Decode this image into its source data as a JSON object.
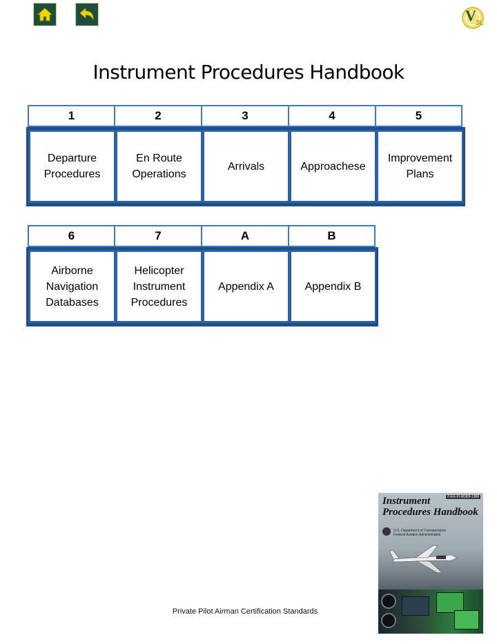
{
  "nav": {
    "home_icon": "home-icon",
    "back_icon": "back-arrow-icon"
  },
  "logo": {
    "text": "V",
    "subtext": "3L"
  },
  "title": "Instrument Procedures Handbook",
  "rows": [
    {
      "headers": [
        "1",
        "2",
        "3",
        "4",
        "5"
      ],
      "cells": [
        "Departure Procedures",
        "En Route Operations",
        "Arrivals",
        "Approachese",
        "Improvement Plans"
      ]
    },
    {
      "headers": [
        "6",
        "7",
        "A",
        "B"
      ],
      "cells": [
        "Airborne Navigation Databases",
        "Helicopter Instrument Procedures",
        "Appendix A",
        "Appendix B"
      ]
    }
  ],
  "cover": {
    "title_line1": "Instrument",
    "title_line2": "Procedures Handbook",
    "code": "FAA-H-8083-16B",
    "agency_line1": "U.S. Department of Transportation",
    "agency_line2": "Federal Aviation Administration"
  },
  "footer": "Private Pilot Airman Certification Standards",
  "colors": {
    "nav_bg": "#1d4e3c",
    "nav_icon": "#f2d500",
    "header_border": "#3f78c2",
    "cell_border": "#2b62b0",
    "frame": "#1f4f85"
  }
}
